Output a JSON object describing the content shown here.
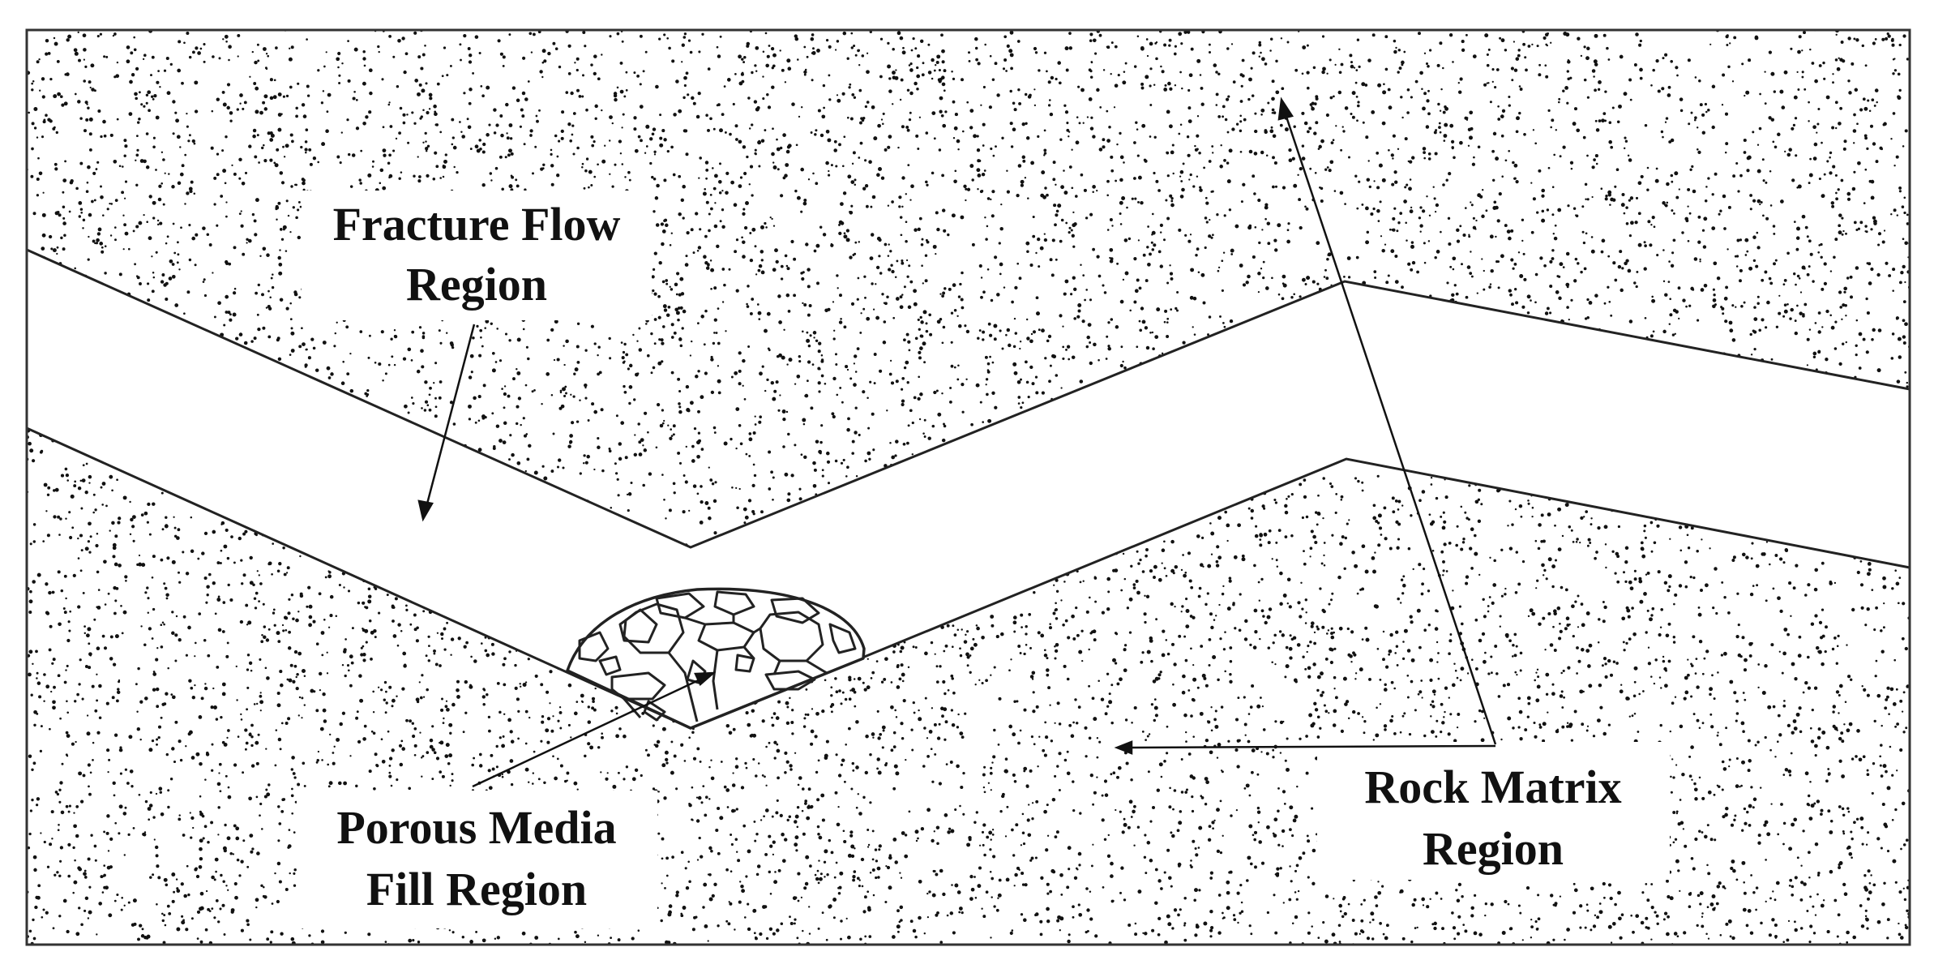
{
  "diagram": {
    "labels": {
      "fracture_flow_line1": "Fracture Flow",
      "fracture_flow_line2": "Region",
      "porous_media_line1": "Porous Media",
      "porous_media_line2": "Fill Region",
      "rock_matrix_line1": "Rock Matrix",
      "rock_matrix_line2": "Region"
    },
    "colors": {
      "background": "#ffffff",
      "stroke": "#222222",
      "speckle": "#111111",
      "text": "#111111"
    }
  }
}
